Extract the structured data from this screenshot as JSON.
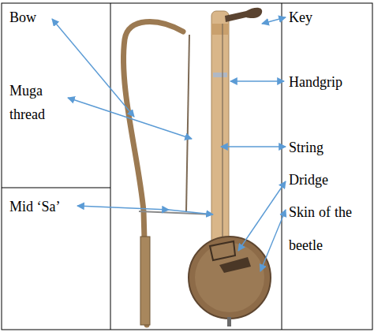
{
  "diagram": {
    "labels": [
      "Bow",
      "Muga thread",
      "Mid ‘Sa’",
      "Key",
      "Handgrip",
      "String",
      "Dridge",
      "Skin of the beetle"
    ]
  }
}
